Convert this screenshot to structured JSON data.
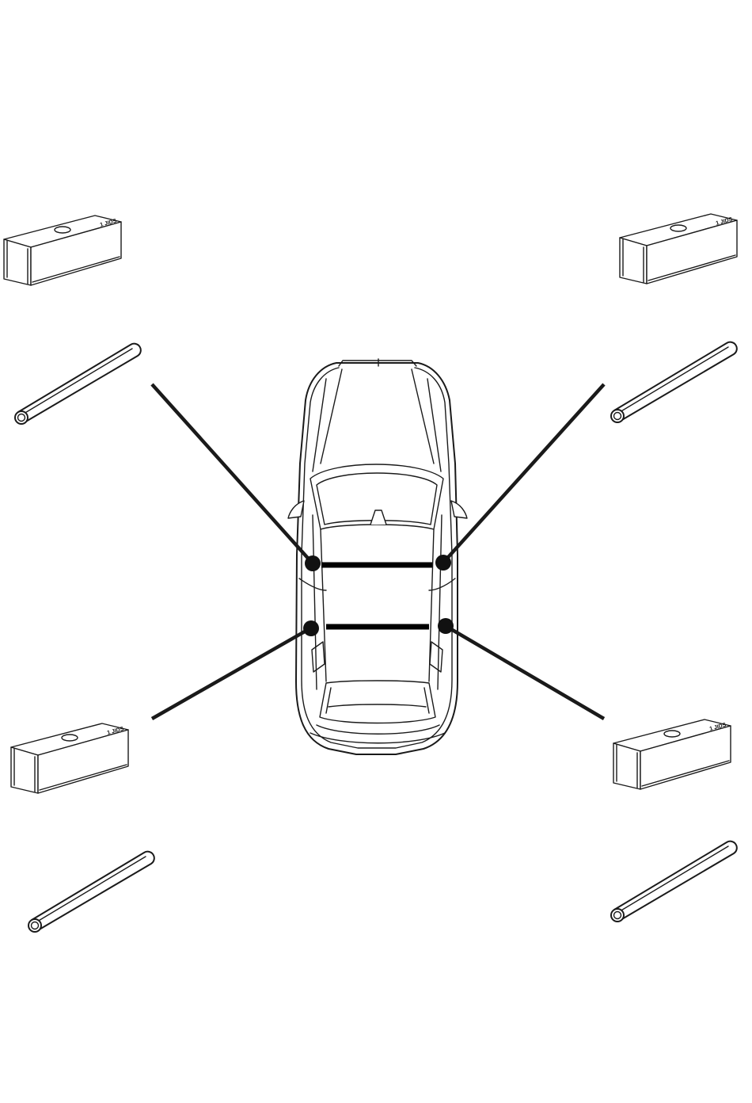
{
  "diagram": {
    "colors": {
      "ink": "#1a1a1a",
      "marker": "#111111",
      "background": "#ffffff"
    },
    "vehicle_icon": "car-top-view-icon",
    "part_icons": {
      "block": "padding-block-icon",
      "tube": "foam-tube-icon"
    },
    "groups": [
      {
        "position": "top-left",
        "block_label_line1": "1 JIDS",
        "block_label_line2": ""
      },
      {
        "position": "top-right",
        "block_label_line1": "1 JIDS",
        "block_label_line2": ""
      },
      {
        "position": "bottom-left",
        "block_label_line1": "1 JIDS",
        "block_label_line2": ""
      },
      {
        "position": "bottom-right",
        "block_label_line1": "1 JIDS",
        "block_label_line2": ""
      }
    ]
  }
}
